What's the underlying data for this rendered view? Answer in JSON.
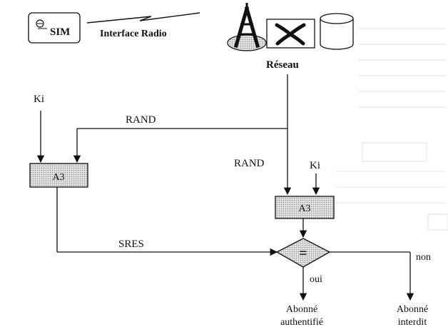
{
  "sim": {
    "label": "SIM"
  },
  "radio": {
    "label": "Interface Radio"
  },
  "network": {
    "label": "Réseau"
  },
  "inputs": {
    "ki_left": "Ki",
    "ki_right": "Ki",
    "rand_top": "RAND",
    "rand_mid": "RAND"
  },
  "blocks": {
    "a3_left": "A3",
    "a3_right": "A3",
    "compare": "="
  },
  "flow": {
    "sres": "SRES",
    "yes": "oui",
    "no": "non"
  },
  "results": {
    "authenticated_line1": "Abonné",
    "authenticated_line2": "authentifié",
    "forbidden_line1": "Abonné",
    "forbidden_line2": "interdit"
  },
  "colors": {
    "ink": "#111111",
    "block_fill": "#d4d4d4",
    "ghost_text": "#c9c9c9"
  },
  "icons": [
    "sim-card-icon",
    "radio-antenna-icon",
    "switch-x-icon",
    "database-cylinder-icon"
  ]
}
